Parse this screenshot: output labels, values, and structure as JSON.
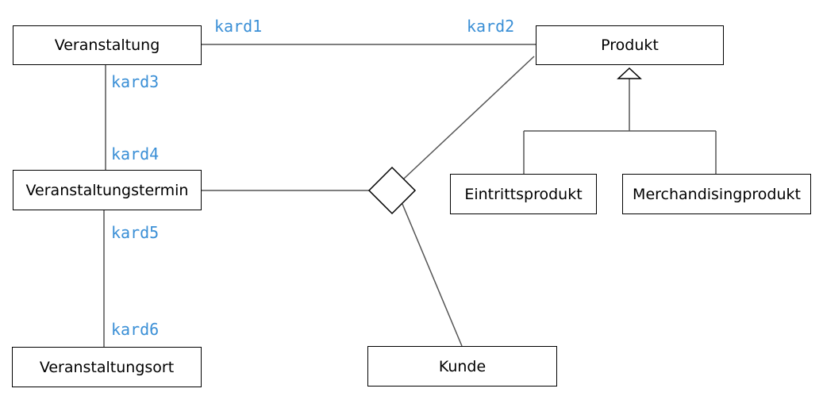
{
  "entities": {
    "veranstaltung": "Veranstaltung",
    "produkt": "Produkt",
    "veranstaltungstermin": "Veranstaltungstermin",
    "eintrittsprodukt": "Eintrittsprodukt",
    "merchandisingprodukt": "Merchandisingprodukt",
    "veranstaltungsort": "Veranstaltungsort",
    "kunde": "Kunde"
  },
  "cardinalities": {
    "kard1": "kard1",
    "kard2": "kard2",
    "kard3": "kard3",
    "kard4": "kard4",
    "kard5": "kard5",
    "kard6": "kard6"
  },
  "colors": {
    "cardinality_text": "#3a8fd6",
    "lines": "#555555",
    "box_border": "#000000"
  }
}
